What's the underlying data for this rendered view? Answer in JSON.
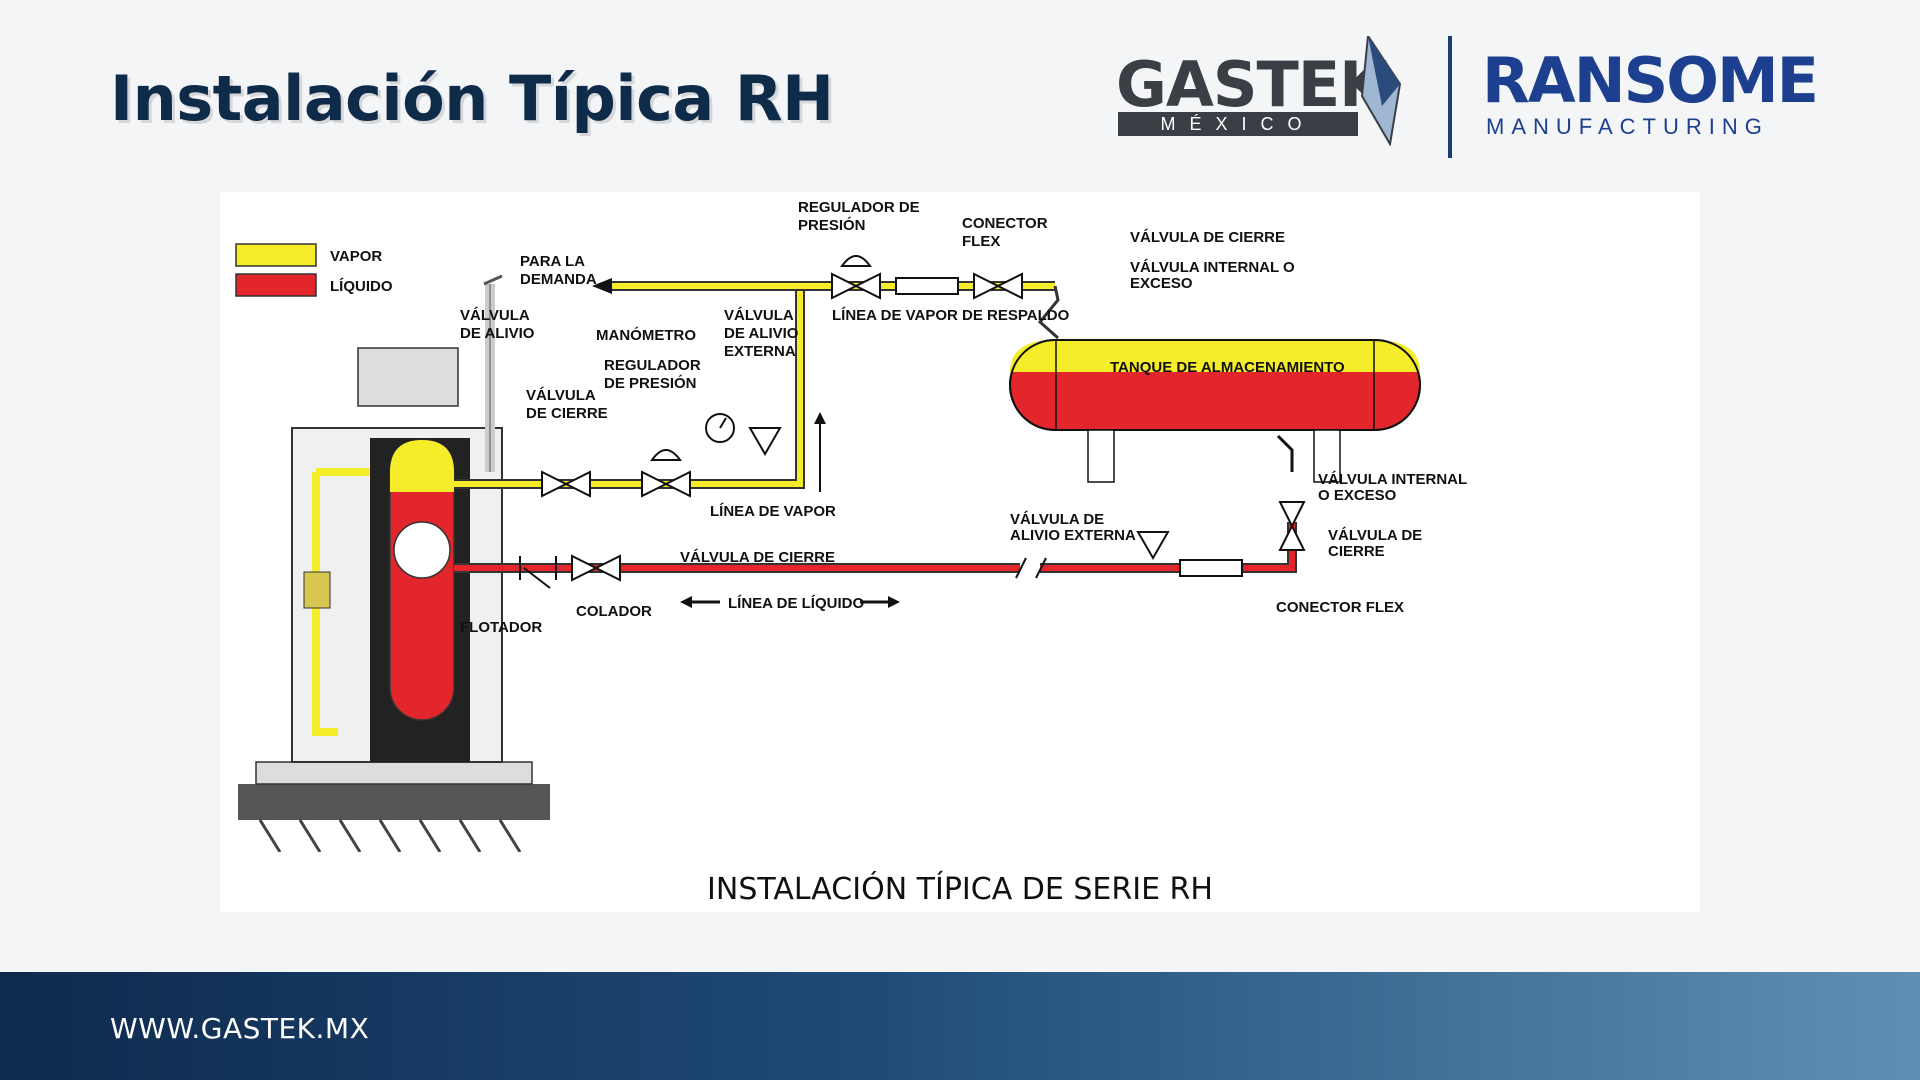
{
  "page": {
    "title": "Instalación Típica RH",
    "footer_url": "WWW.GASTEK.MX"
  },
  "logos": {
    "gastek_name": "GASTEK",
    "gastek_sub": "MÉXICO",
    "ransome_name": "RANSOME",
    "ransome_sub": "MANUFACTURING"
  },
  "colors": {
    "vapor": "#f5ec2a",
    "liquid": "#e3262b",
    "title": "#0f2b4a",
    "footer_dark": "#0e2a4d",
    "footer_light": "#5e90b4"
  },
  "diagram": {
    "caption": "INSTALACIÓN TÍPICA DE SERIE RH",
    "legend": {
      "vapor": "VAPOR",
      "liquid": "LÍQUIDO"
    },
    "labels": {
      "para_demanda": [
        "PARA LA",
        "DEMANDA"
      ],
      "regulador_top": [
        "REGULADOR DE",
        "PRESIÓN"
      ],
      "conector_flex_top": [
        "CONECTOR",
        "FLEX"
      ],
      "valvula_cierre_tank": "VÁLVULA DE CIERRE",
      "valvula_internal_top": [
        "VÁLVULA INTERNAL O",
        "EXCESO"
      ],
      "linea_vapor_respaldo": "LÍNEA DE VAPOR DE RESPALDO",
      "valvula_alivio": [
        "VÁLVULA",
        "DE ALIVIO"
      ],
      "manometro": "MANÓMETRO",
      "valvula_alivio_externa": [
        "VÁLVULA",
        "DE ALIVIO",
        "EXTERNA"
      ],
      "regulador_mid": [
        "REGULADOR",
        "DE PRESIÓN"
      ],
      "valvula_cierre_vapor": [
        "VÁLVULA",
        "DE CIERRE"
      ],
      "linea_vapor": "LÍNEA DE VAPOR",
      "tanque": "TANQUE DE ALMACENAMIENTO",
      "valvula_internal_bottom": [
        "VÁLVULA INTERNAL",
        "O EXCESO"
      ],
      "valvula_alivio_externa_liq": [
        "VÁLVULA DE",
        "ALIVIO EXTERNA"
      ],
      "valvula_cierre_right": [
        "VÁLVULA DE",
        "CIERRE"
      ],
      "valvula_cierre_liq": "VÁLVULA DE CIERRE",
      "colador": "COLADOR",
      "flotador": "FLOTADOR",
      "linea_liquido": "LÍNEA DE LÍQUIDO",
      "conector_flex_bottom": "CONECTOR FLEX"
    }
  }
}
